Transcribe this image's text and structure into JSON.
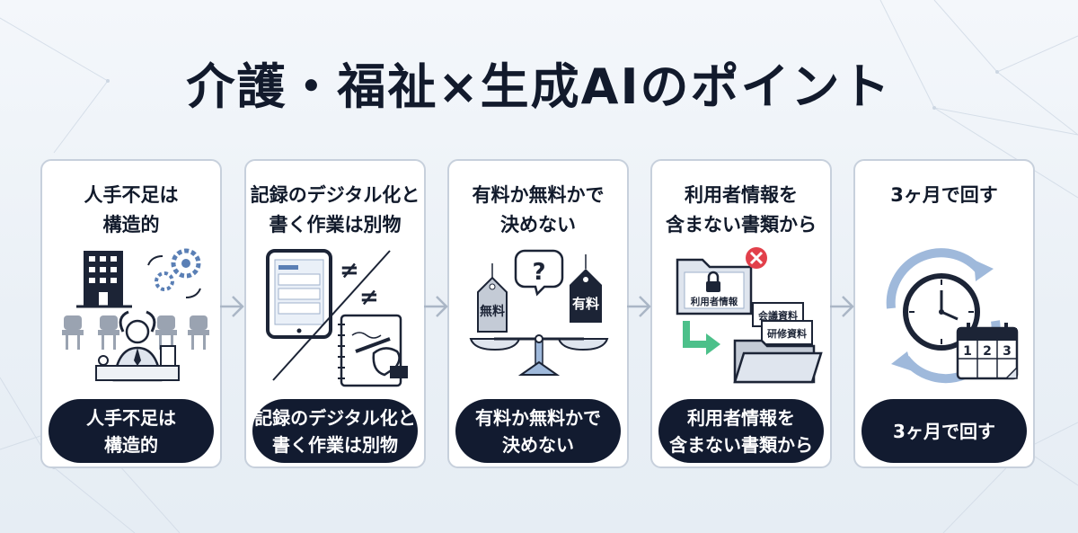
{
  "title": "介護・福祉×生成AIのポイント",
  "cards": [
    {
      "title": "人手不足は\n構造的",
      "pill": "人手不足は\n構造的",
      "icon": "understaffed-office-icon"
    },
    {
      "title": "記録のデジタル化と\n書く作業は別物",
      "pill": "記録のデジタル化と\n書く作業は別物",
      "icon": "tablet-vs-handwriting-icon"
    },
    {
      "title": "有料か無料かで\n決めない",
      "pill": "有料か無料かで\n決めない",
      "icon": "price-scale-icon",
      "tags": {
        "free": "無料",
        "paid": "有料",
        "question": "?"
      }
    },
    {
      "title": "利用者情報を\n含まない書類から",
      "pill": "利用者情報を\n含まない書類から",
      "icon": "document-folders-icon",
      "labels": {
        "locked": "利用者情報",
        "doc1": "会議資料",
        "doc2": "研修資料"
      }
    },
    {
      "title": "3ヶ月で回す",
      "pill": "3ヶ月で回す",
      "icon": "clock-cycle-icon",
      "calendar": [
        "1",
        "2",
        "3"
      ]
    }
  ],
  "colors": {
    "navy": "#121b30",
    "accent_green": "#4cc08a",
    "accent_red": "#e2404b",
    "cycle_blue": "#9fb9db"
  }
}
